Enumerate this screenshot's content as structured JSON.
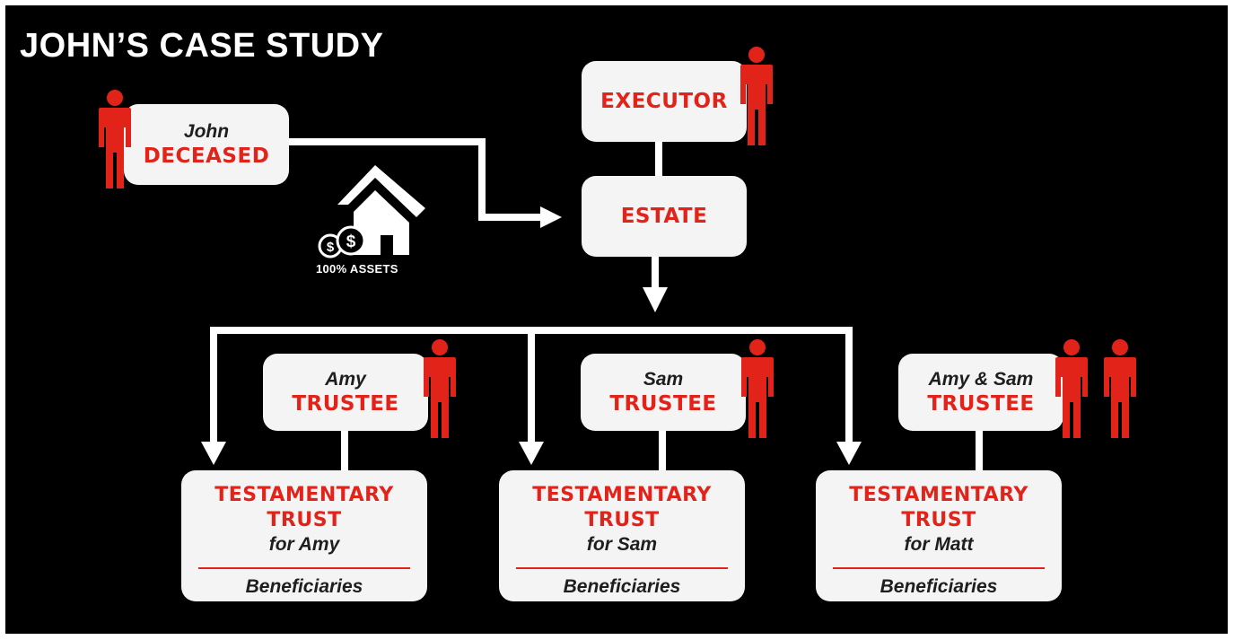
{
  "title": "JOHN’S CASE STUDY",
  "colors": {
    "background": "#000000",
    "accent": "#e2231a",
    "box": "#f4f4f4",
    "line": "#ffffff"
  },
  "nodes": {
    "john": {
      "name": "John",
      "role": "DECEASED"
    },
    "executor": {
      "role": "EXECUTOR"
    },
    "estate": {
      "role": "ESTATE"
    },
    "assets": {
      "label": "100% ASSETS",
      "icon": "house-with-coins-icon"
    },
    "trustees": [
      {
        "name": "Amy",
        "role": "TRUSTEE"
      },
      {
        "name": "Sam",
        "role": "TRUSTEE"
      },
      {
        "name": "Amy & Sam",
        "role": "TRUSTEE"
      }
    ],
    "trusts": [
      {
        "line1": "TESTAMENTARY",
        "line2": "TRUST",
        "for": "for Amy",
        "footer": "Beneficiaries"
      },
      {
        "line1": "TESTAMENTARY",
        "line2": "TRUST",
        "for": "for Sam",
        "footer": "Beneficiaries"
      },
      {
        "line1": "TESTAMENTARY",
        "line2": "TRUST",
        "for": "for Matt",
        "footer": "Beneficiaries"
      }
    ]
  }
}
